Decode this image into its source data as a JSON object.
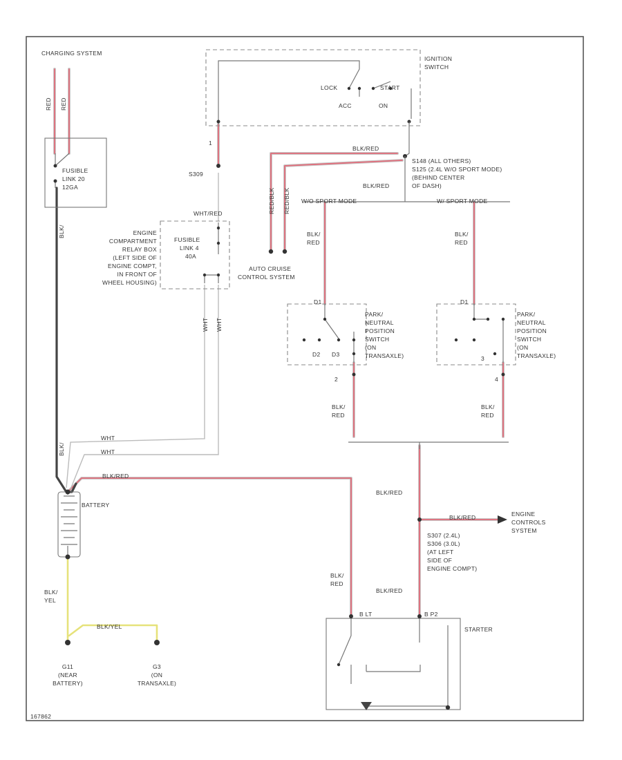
{
  "colors": {
    "wire_red_outer": "#c9c9c9",
    "wire_red_inner": "#e06a78",
    "wire_yellow": "#e6e27a",
    "wire_black": "#444444",
    "frame": "#555555"
  },
  "labels": {
    "charging_system": "CHARGING SYSTEM",
    "fusible_link_20": [
      "FUSIBLE",
      "LINK 20",
      "12GA"
    ],
    "ignition_switch": [
      "IGNITION",
      "SWITCH"
    ],
    "lock": "LOCK",
    "start": "START",
    "acc": "ACC",
    "on": "ON",
    "wht_red_top": "WHT/RED",
    "s309": "S309",
    "relay_box": [
      "ENGINE",
      "COMPARTMENT",
      "RELAY BOX",
      "(LEFT SIDE OF",
      "ENGINE COMPT,",
      "IN FRONT OF",
      "WHEEL HOUSING)"
    ],
    "fusible_link_4": [
      "FUSIBLE",
      "LINK 4",
      "40A"
    ],
    "blk_red": "BLK/RED",
    "s148": [
      "S148 (ALL OTHERS)",
      "S125 (2.4L W/O SPORT MODE)",
      "(BEHIND CENTER",
      "OF DASH)"
    ],
    "wo_sport_mode": "W/O SPORT MODE",
    "w_sport_mode": "W/ SPORT MODE",
    "auto_cruise": [
      "AUTO CRUISE",
      "CONTROL SYSTEM"
    ],
    "red_blk_a": "RED/BLK",
    "red_blk_b": "RED/BLK",
    "blk_red_stack": [
      "BLK/",
      "RED"
    ],
    "pnp_switch": [
      "PARK/",
      "NEUTRAL",
      "POSITION",
      "SWITCH",
      "(ON",
      "TRANSAXLE)"
    ],
    "wht_a": "WHT",
    "wht_b": "WHT",
    "wht_c": "WHT",
    "wht_d": "WHT",
    "battery": "BATTERY",
    "engine_controls": [
      "ENGINE",
      "CONTROLS",
      "SYSTEM"
    ],
    "s307": [
      "S307 (2.4L)",
      "S306 (3.0L)",
      "(AT LEFT",
      "SIDE OF",
      "ENGINE COMPT)"
    ],
    "blk_yel_stack": [
      "BLK/",
      "YEL"
    ],
    "blk_yel": "BLK/YEL",
    "starter": "STARTER",
    "g11": [
      "G11",
      "(NEAR",
      "BATTERY)"
    ],
    "g3": [
      "G3",
      "(ON",
      "TRANSAXLE)"
    ],
    "red_a": "RED",
    "red_b": "RED",
    "pin_1": "1",
    "pin_2": "2",
    "pin_3": "3",
    "pin_4": "4",
    "pin_d1": "D1",
    "pin_d2": "D2",
    "pin_d3": "D3",
    "b_lt": "B LT",
    "b_p2": "B P2",
    "footer_code": "167862"
  }
}
